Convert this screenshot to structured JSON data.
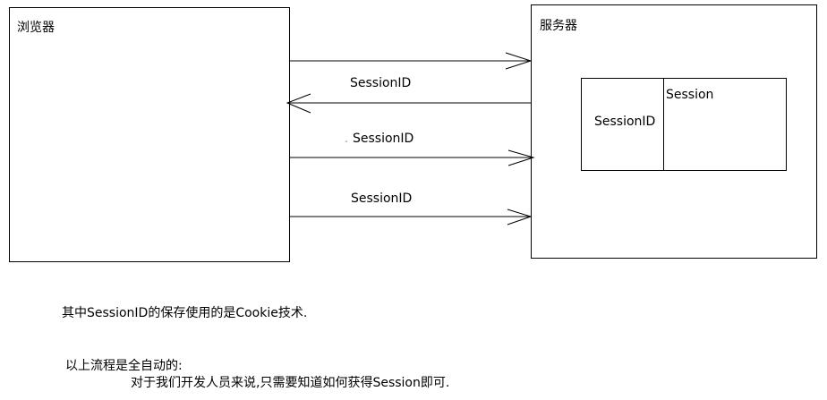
{
  "browser": {
    "label": "浏览器"
  },
  "server": {
    "label": "服务器",
    "session_table": {
      "key_label": "SessionID",
      "value_label": "Session"
    }
  },
  "arrows": [
    {
      "label": "",
      "direction": "to-server"
    },
    {
      "label": "SessionID",
      "direction": "to-browser"
    },
    {
      "label": "SessionID",
      "direction": "to-server"
    },
    {
      "label": "SessionID",
      "direction": "to-server"
    }
  ],
  "notes": {
    "cookie_note": "其中SessionID的保存使用的是Cookie技术.",
    "auto_note": "以上流程是全自动的:",
    "dev_note": "对于我们开发人员来说,只需要知道如何获得Session即可."
  }
}
